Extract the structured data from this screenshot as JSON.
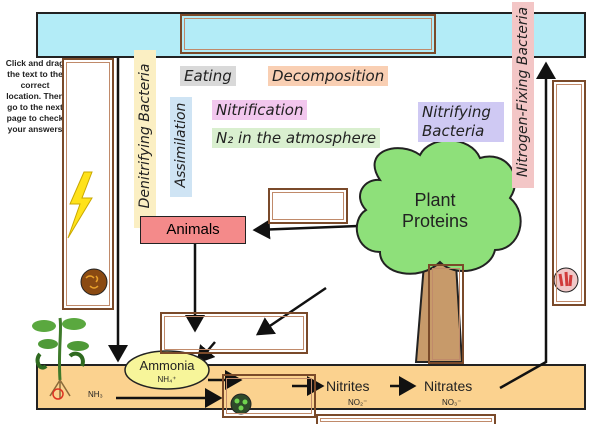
{
  "instructions": "Click and drag the text to the correct location. Then go to the next page to check your answers",
  "drag_labels": {
    "eating": "Eating",
    "decomposition": "Decomposition",
    "nitrification": "Nitrification",
    "n2_atmosphere": "N₂ in the atmosphere",
    "nitrifying_bacteria_line1": "Nitrifying",
    "nitrifying_bacteria_line2": "Bacteria",
    "assimilation": "Assimilation",
    "denitrifying_bacteria": "Denitrifying Bacteria",
    "nitrogen_fixing_bacteria": "Nitrogen-Fixing Bacteria"
  },
  "diagram": {
    "plant_proteins_line1": "Plant",
    "plant_proteins_line2": "Proteins",
    "animals": "Animals",
    "ammonia": "Ammonia",
    "ammonia_formula": "NH₄⁺",
    "nh3": "NH₃",
    "nitrites": "Nitrites",
    "nitrites_formula": "NO₂⁻",
    "nitrates": "Nitrates",
    "nitrates_formula": "NO₃⁻"
  },
  "colors": {
    "sky": "#b3ecf7",
    "soil": "#fbd28f",
    "tree_canopy": "#8ee07a",
    "trunk": "#c79a6a",
    "animals_box": "#f48a8a",
    "ammonia": "#f7f59a",
    "eating_bg": "#d9d9d9",
    "decomposition_bg": "#f9cfb3",
    "nitrification_bg": "#f2c7ee",
    "n2_bg": "#d9efcf",
    "nitrifying_bg": "#cfc9f3",
    "assimilation_bg": "#cfe4f4",
    "denitrifying_bg": "#fbefc3",
    "nitrogen_fixing_bg": "#f3c6c6"
  }
}
